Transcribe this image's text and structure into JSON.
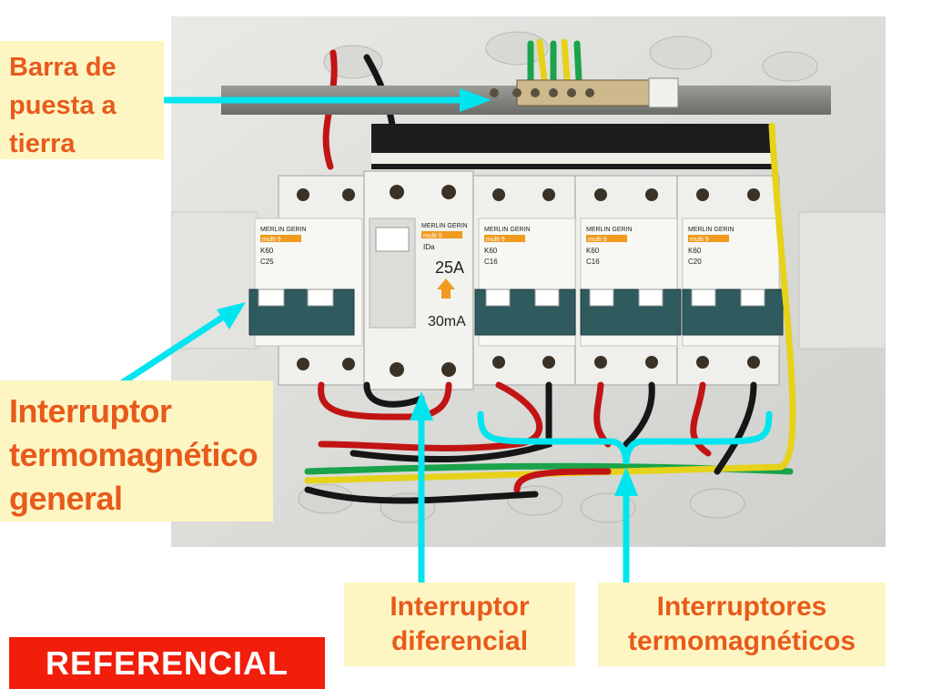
{
  "callouts": {
    "barra": [
      "Barra de",
      "puesta a",
      "tierra"
    ],
    "general": [
      "Interruptor",
      "termomagnético",
      "general"
    ],
    "diferencial": [
      "Interruptor",
      "diferencial"
    ],
    "termomagneticos": [
      "Interruptores",
      "termomagnéticos"
    ]
  },
  "badge": "REFERENCIAL",
  "breakers": {
    "brand": "MERLIN GERIN",
    "series": "multi 9",
    "model": "K60",
    "general_rating": "C25",
    "rcd_rating": "25A",
    "rcd_sensitivity": "30mA",
    "rcd_type": "IDa",
    "branch_ratings": [
      "C16",
      "C16",
      "C20"
    ]
  },
  "colors": {
    "callout_bg": "#fdf6c3",
    "callout_text": "#e85a1c",
    "badge_bg": "#f01e0a",
    "arrow": "#00e5ee"
  }
}
